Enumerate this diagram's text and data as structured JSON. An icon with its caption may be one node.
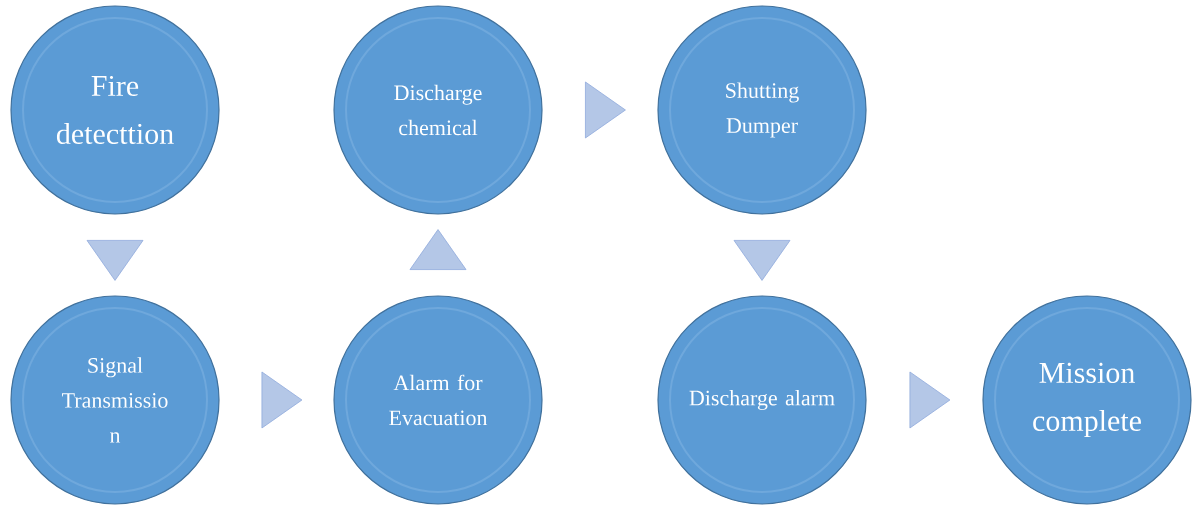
{
  "diagram": {
    "nodes": [
      {
        "text": [
          "Fire detecttion"
        ]
      },
      {
        "text": [
          "Signal Transmissio n"
        ]
      },
      {
        "text": [
          "Discharge chemical"
        ]
      },
      {
        "text": [
          "Alarm for Evacuation"
        ]
      },
      {
        "text": [
          "Shutting Dumper"
        ]
      },
      {
        "text": [
          "Discharge alarm"
        ]
      },
      {
        "text": [
          "Mission complete"
        ]
      }
    ],
    "edges": [
      {
        "from": 0,
        "to": 1,
        "arrow": "to"
      },
      {
        "from": 1,
        "to": 3,
        "arrow": "to"
      },
      {
        "from": 3,
        "to": 2,
        "arrow": "to"
      },
      {
        "from": 2,
        "to": 4,
        "arrow": "to"
      },
      {
        "from": 4,
        "to": 5,
        "arrow": "to"
      },
      {
        "from": 5,
        "to": 6,
        "arrow": "to"
      }
    ]
  }
}
